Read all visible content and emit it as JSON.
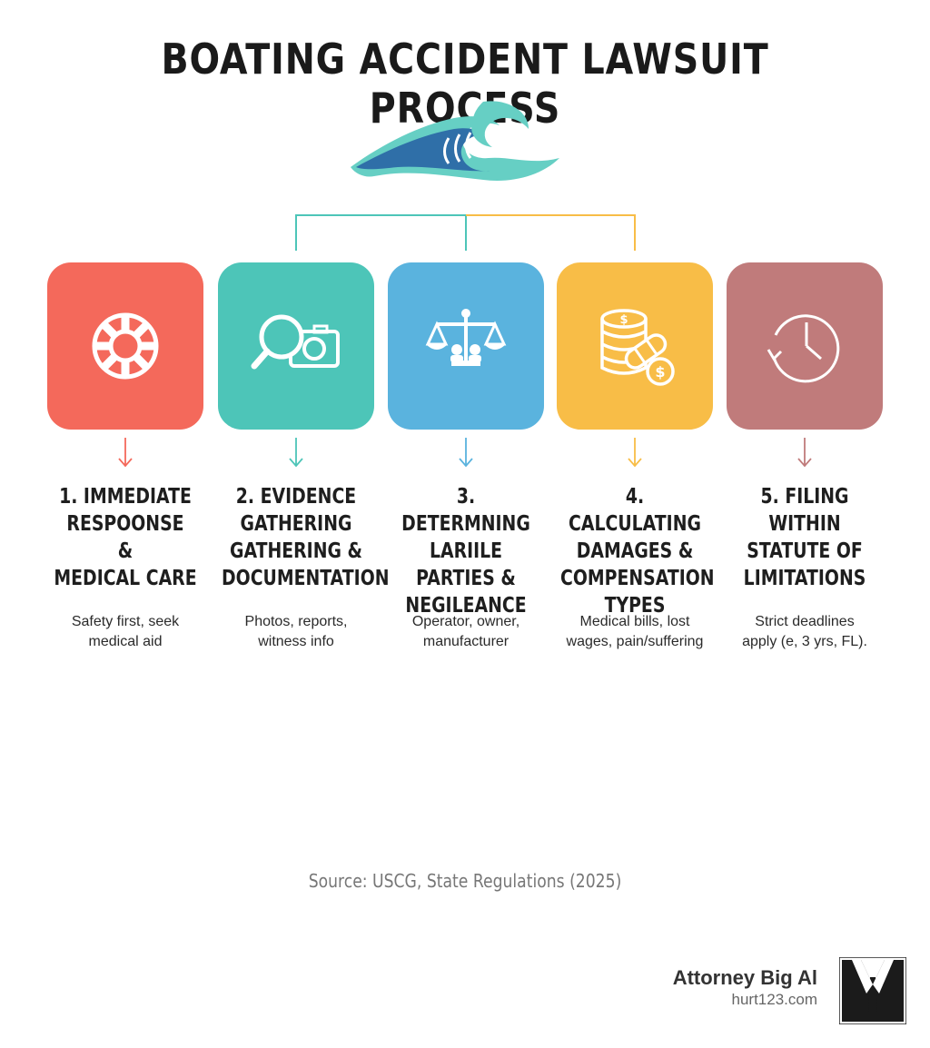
{
  "title": "BOATING ACCIDENT LAWSUIT PROCESS",
  "steps": [
    {
      "title": "1. IMMEDIATE\nRESPOONSE\n&\nMEDICAL CARE",
      "desc": "Safety first, seek\nmedical aid",
      "color": "#f4695b",
      "icon": "life-ring-icon"
    },
    {
      "title": "2. EVIDENCE\nGATHERING\nGATHERING &\nDOCUMENTATION",
      "desc": "Photos, reports,\nwitness info",
      "color": "#4dc5b8",
      "icon": "magnifier-camera-icon"
    },
    {
      "title": "3. DETERMNING\nLARIILE\nPARTIES &\nNEGILEANCE",
      "desc": "Operator, owner,\nmanufacturer",
      "color": "#5ab3de",
      "icon": "scales-people-icon"
    },
    {
      "title": "4. CALCULATING\nDAMAGES &\nCOMPENSATION\nTYPES",
      "desc": "Medical bills, lost\nwages, pain/suffering",
      "color": "#f8bd47",
      "icon": "coins-bandage-icon"
    },
    {
      "title": "5. FILING\nWITHIN\nSTATUTE OF\nLIMITATIONS",
      "desc": "Strict deadlines\napply (e, 3 yrs, FL).",
      "color": "#c07b7b",
      "icon": "clock-icon"
    }
  ],
  "connector_colors": {
    "teal": "#4dc5b8",
    "yellow": "#f8bd47"
  },
  "source": "Source: USCG, State Regulations (2025)",
  "brand": {
    "name": "Attorney Big Al",
    "site": "hurt123.com"
  }
}
